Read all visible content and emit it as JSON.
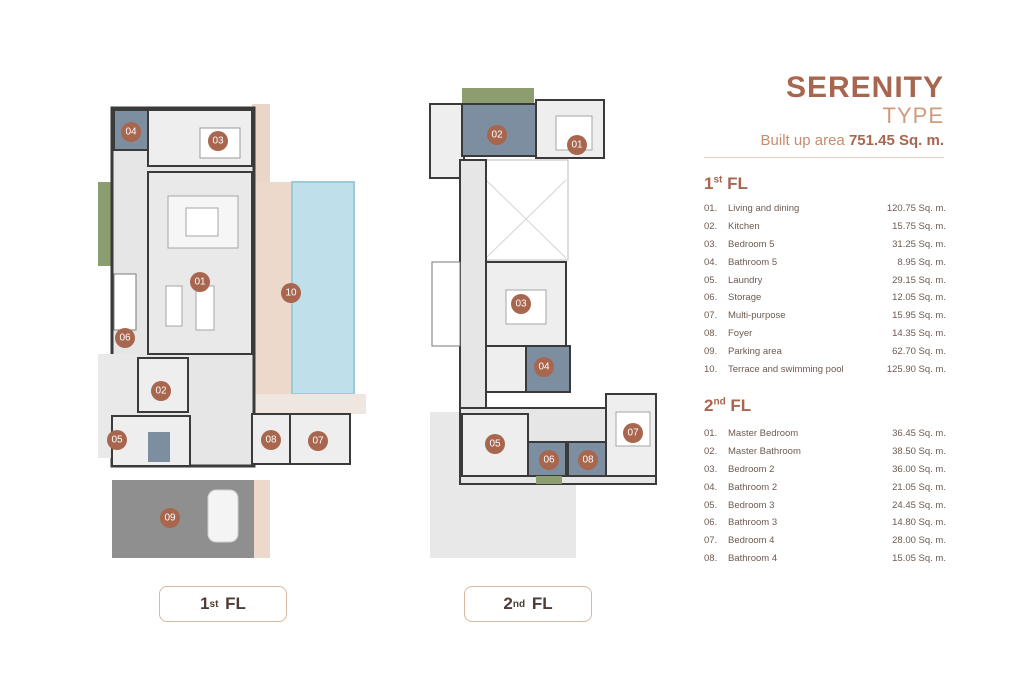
{
  "header": {
    "name": "SERENITY",
    "type_label": "TYPE",
    "area_prefix": "Built up area",
    "area_value": "751.45 Sq. m."
  },
  "floors": [
    {
      "ordinal_num": "1",
      "ordinal_suffix": "st",
      "label": "FL",
      "rooms": [
        {
          "no": "01.",
          "name": "Living and dining",
          "area": "120.75 Sq. m."
        },
        {
          "no": "02.",
          "name": "Kitchen",
          "area": "15.75 Sq. m."
        },
        {
          "no": "03.",
          "name": "Bedroom 5",
          "area": "31.25 Sq. m."
        },
        {
          "no": "04.",
          "name": "Bathroom 5",
          "area": "8.95 Sq. m."
        },
        {
          "no": "05.",
          "name": "Laundry",
          "area": "29.15 Sq. m."
        },
        {
          "no": "06.",
          "name": "Storage",
          "area": "12.05 Sq. m."
        },
        {
          "no": "07.",
          "name": "Multi-purpose",
          "area": "15.95 Sq. m."
        },
        {
          "no": "08.",
          "name": "Foyer",
          "area": "14.35 Sq. m."
        },
        {
          "no": "09.",
          "name": "Parking area",
          "area": "62.70 Sq. m."
        },
        {
          "no": "10.",
          "name": "Terrace and swimming pool",
          "area": "125.90 Sq. m."
        }
      ],
      "markers": [
        "04",
        "03",
        "01",
        "10",
        "06",
        "02",
        "05",
        "08",
        "07",
        "09"
      ]
    },
    {
      "ordinal_num": "2",
      "ordinal_suffix": "nd",
      "label": "FL",
      "rooms": [
        {
          "no": "01.",
          "name": "Master Bedroom",
          "area": "36.45 Sq. m."
        },
        {
          "no": "02.",
          "name": "Master Bathroom",
          "area": "38.50 Sq. m."
        },
        {
          "no": "03.",
          "name": "Bedroom 2",
          "area": "36.00 Sq. m."
        },
        {
          "no": "04.",
          "name": "Bathroom 2",
          "area": "21.05 Sq. m."
        },
        {
          "no": "05.",
          "name": "Bedroom 3",
          "area": "24.45 Sq. m."
        },
        {
          "no": "06.",
          "name": "Bathroom 3",
          "area": "14.80 Sq. m."
        },
        {
          "no": "07.",
          "name": "Bedroom 4",
          "area": "28.00 Sq. m."
        },
        {
          "no": "08.",
          "name": "Bathroom 4",
          "area": "15.05 Sq. m."
        }
      ],
      "markers": [
        "02",
        "01",
        "03",
        "04",
        "05",
        "06",
        "08",
        "07"
      ]
    }
  ],
  "colors": {
    "accent": "#a8664e",
    "accent_light": "#d09a7e",
    "pool": "#bfe0ea",
    "floor_grey": "#e6e6e6",
    "wall": "#3a3a3a",
    "bath": "#7d8ea0",
    "garden": "#8c9e70"
  }
}
